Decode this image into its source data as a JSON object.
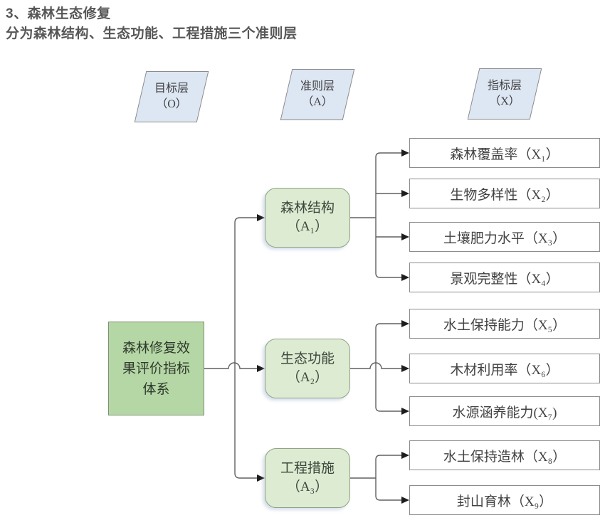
{
  "page": {
    "title_line1": "3、森林生态修复",
    "title_line2": "分为森林结构、生态功能、工程措施三个准则层"
  },
  "layers": [
    {
      "name": "目标层",
      "code": "（O）"
    },
    {
      "name": "准则层",
      "code": "（A）"
    },
    {
      "name": "指标层",
      "code": "（X）"
    }
  ],
  "goal": {
    "label": "森林修复效果评价指标体系"
  },
  "criteria": [
    {
      "label": "森林结构",
      "code": "（A₁）"
    },
    {
      "label": "生态功能",
      "code": "（A₂）"
    },
    {
      "label": "工程措施",
      "code": "（A₃）"
    }
  ],
  "indicators": [
    {
      "label": "森林覆盖率（X₁）"
    },
    {
      "label": "生物多样性（X₂）"
    },
    {
      "label": "土壤肥力水平（X₃）"
    },
    {
      "label": "景观完整性（X₄）"
    },
    {
      "label": "水土保持能力（X₅）"
    },
    {
      "label": "木材利用率（X₆）"
    },
    {
      "label": "水源涵养能力(X₇)"
    },
    {
      "label": "水土保持造林（X₈）"
    },
    {
      "label": "封山育林（X₉）"
    }
  ],
  "colors": {
    "goal_fill": "#b5d7a5",
    "criterion_fill": "#dcebd2",
    "layer_header_fill": "#dde6f3",
    "line": "#606060",
    "title_text": "#575757"
  }
}
